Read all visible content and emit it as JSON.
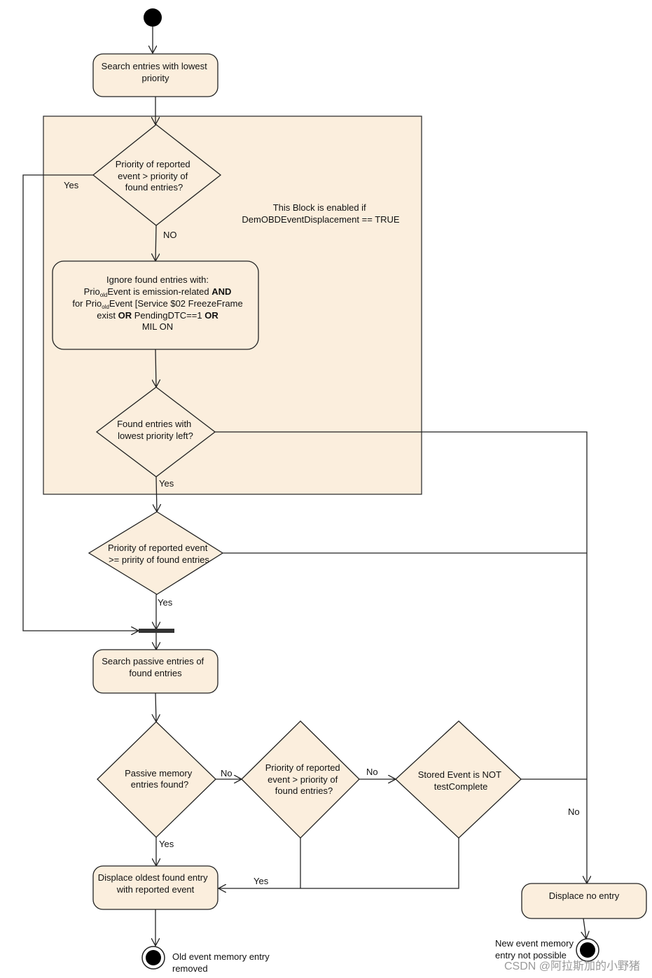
{
  "nodes": {
    "search_lowest": [
      "Search entries with lowest",
      "priority"
    ],
    "decision_priority_gt": [
      "Priority of reported",
      "event > priority of",
      "found entries?"
    ],
    "block_note": [
      "This Block is enabled if",
      "DemOBDEventDisplacement == TRUE"
    ],
    "ignore_found": {
      "line1": "Ignore found entries with:",
      "line2": {
        "a": "Prio",
        "sub": "old",
        "b": "Event is emission-related ",
        "bold": "AND"
      },
      "line3": {
        "a": "for Prio",
        "sub": "old",
        "b": "Event [Service $02 FreezeFrame"
      },
      "line4": {
        "a": "exist ",
        "bold1": "OR",
        "b": " PendingDTC==1 ",
        "bold2": "OR"
      },
      "line5": "MIL ON"
    },
    "decision_found_left": [
      "Found entries with",
      "lowest priority left?"
    ],
    "decision_priority_ge": [
      "Priority of reported event",
      ">= pririty of found entries"
    ],
    "search_passive": [
      "Search passive entries of",
      "found entries"
    ],
    "decision_passive": [
      "Passive memory",
      "entries found?"
    ],
    "decision_priority_gt2": [
      "Priority of reported",
      "event > priority of",
      "found entries?"
    ],
    "decision_stored": [
      "Stored Event is NOT",
      "testComplete"
    ],
    "displace_oldest": [
      "Displace oldest found entry",
      "with reported event"
    ],
    "displace_none": "Displace no entry",
    "final_removed": [
      "Old event memory entry",
      "removed"
    ],
    "final_not_possible": [
      "New event memory",
      "entry not possible"
    ]
  },
  "edge_labels": {
    "yes_left": "Yes",
    "no_first": "NO",
    "yes_found_left": "Yes",
    "yes_priority_ge": "Yes",
    "no_passive": "No",
    "no_priority_gt2": "No",
    "no_right": "No",
    "yes_passive": "Yes",
    "yes_merge": "Yes"
  },
  "watermark": "CSDN @阿拉斯加的小野猪",
  "colors": {
    "fill": "#fbeedd",
    "stroke": "#222222",
    "watermark": "#9a9a9a"
  }
}
